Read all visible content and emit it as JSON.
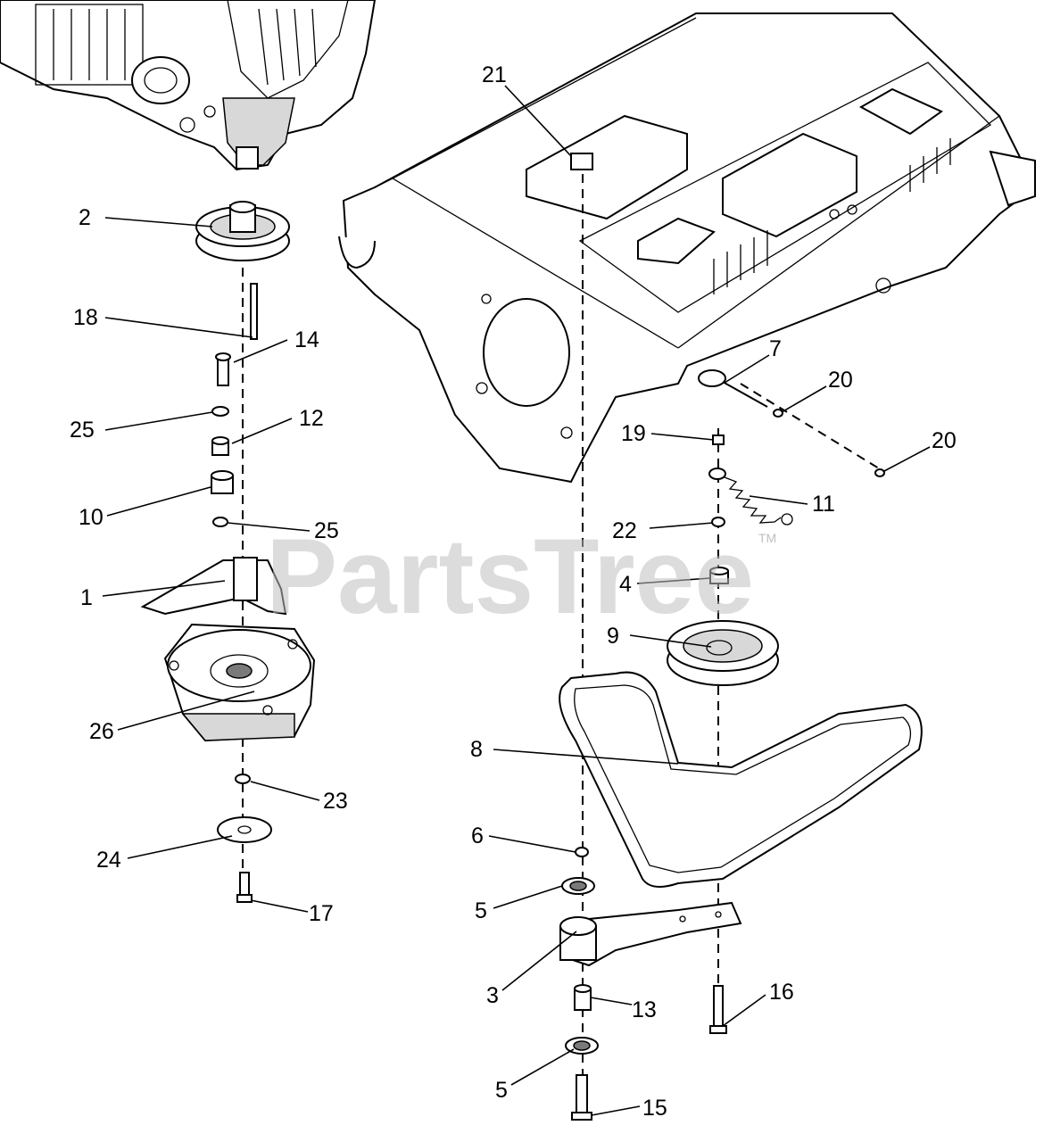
{
  "watermark": {
    "text": "PartsTree",
    "trademark": "TM"
  },
  "callouts": [
    {
      "id": "c1",
      "label": "1"
    },
    {
      "id": "c2",
      "label": "2"
    },
    {
      "id": "c3",
      "label": "3"
    },
    {
      "id": "c4",
      "label": "4"
    },
    {
      "id": "c5a",
      "label": "5"
    },
    {
      "id": "c5b",
      "label": "5"
    },
    {
      "id": "c6",
      "label": "6"
    },
    {
      "id": "c7",
      "label": "7"
    },
    {
      "id": "c8",
      "label": "8"
    },
    {
      "id": "c9",
      "label": "9"
    },
    {
      "id": "c10",
      "label": "10"
    },
    {
      "id": "c11",
      "label": "11"
    },
    {
      "id": "c12",
      "label": "12"
    },
    {
      "id": "c13",
      "label": "13"
    },
    {
      "id": "c14",
      "label": "14"
    },
    {
      "id": "c15",
      "label": "15"
    },
    {
      "id": "c16",
      "label": "16"
    },
    {
      "id": "c17",
      "label": "17"
    },
    {
      "id": "c18",
      "label": "18"
    },
    {
      "id": "c19",
      "label": "19"
    },
    {
      "id": "c20a",
      "label": "20"
    },
    {
      "id": "c20b",
      "label": "20"
    },
    {
      "id": "c21",
      "label": "21"
    },
    {
      "id": "c22",
      "label": "22"
    },
    {
      "id": "c23",
      "label": "23"
    },
    {
      "id": "c24",
      "label": "24"
    },
    {
      "id": "c25a",
      "label": "25"
    },
    {
      "id": "c25b",
      "label": "25"
    },
    {
      "id": "c26",
      "label": "26"
    }
  ]
}
